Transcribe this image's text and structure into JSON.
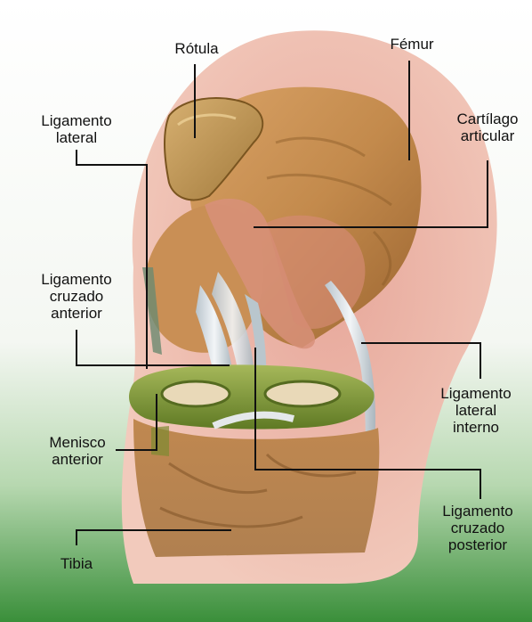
{
  "labels": {
    "rotula": "Rótula",
    "femur": "Fémur",
    "ligamento_lateral": [
      "Ligamento",
      "lateral"
    ],
    "cartilago_articular": [
      "Cartílago",
      "articular"
    ],
    "ligamento_cruzado_anterior": [
      "Ligamento",
      "cruzado",
      "anterior"
    ],
    "ligamento_lateral_interno": [
      "Ligamento",
      "lateral",
      "interno"
    ],
    "menisco_anterior": [
      "Menisco",
      "anterior"
    ],
    "ligamento_cruzado_posterior": [
      "Ligamento",
      "cruzado",
      "posterior"
    ],
    "tibia": "Tibia"
  },
  "colors": {
    "background": "#ffffff",
    "green_gradient": "#3a8f3a",
    "skin_outline": "#e8b7a0",
    "bone": "#c8954e",
    "bone_dark": "#8a5a28",
    "cartilage": "#d8907a",
    "ligament": "#dde3e8",
    "meniscus": "#6e8a2e",
    "leader_line": "#111111"
  }
}
